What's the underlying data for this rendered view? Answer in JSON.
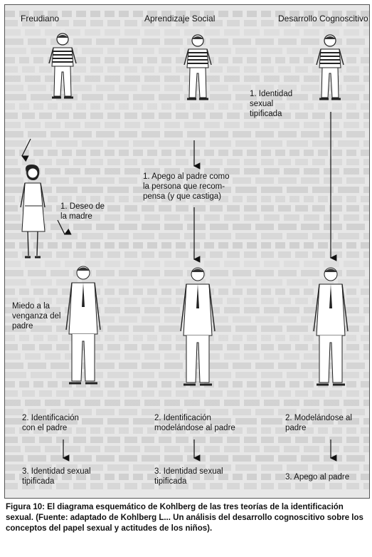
{
  "columns": [
    {
      "heading": "Freudiano"
    },
    {
      "heading": "Aprendizaje Social"
    },
    {
      "heading": "Desarrollo Cognoscitivo"
    }
  ],
  "steps": {
    "cog1": "1. Identidad\nsexual\ntipificada",
    "soc1": "1. Apego al padre como\nla persona que recom-\npensa (y que castiga)",
    "freud1": "1. Deseo de\nla madre",
    "freud_fear": "Miedo a la\nvenganza del\npadre",
    "freud2": "2. Identificación\ncon el padre",
    "soc2": "2. Identificación\nmodelándose al padre",
    "cog2": "2. Modelándose al\npadre",
    "freud3": "3. Identidad sexual\ntipificada",
    "soc3": "3. Identidad sexual\ntipificada",
    "cog3": "3. Apego al padre"
  },
  "caption": {
    "bold": "Figura 10: El diagrama esquemático de Kohlberg de las tres teorías de la identificación sexual. (Fuente: adaptado de Kohlberg  L... Un análisis del desarrollo cognoscitivo sobre los conceptos del papel sexual y actitudes de los niños)."
  }
}
